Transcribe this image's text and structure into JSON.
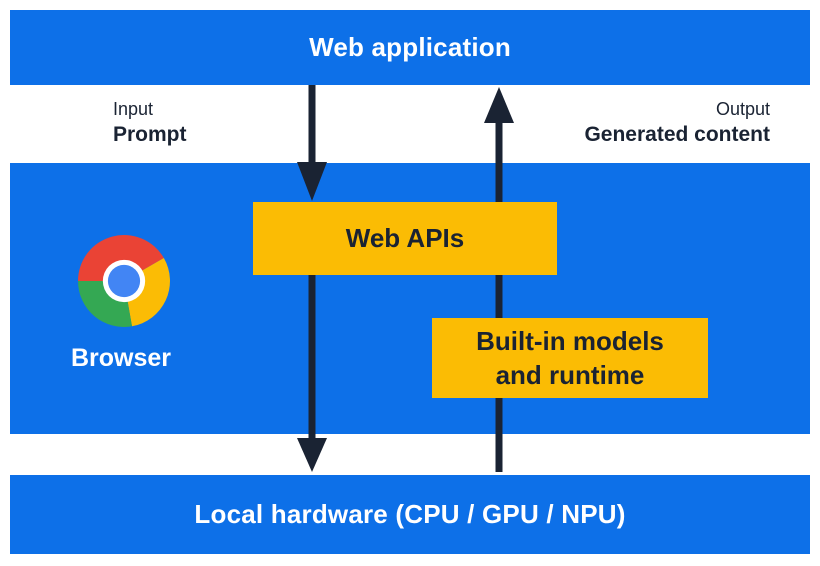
{
  "colors": {
    "blue": "#0d70e8",
    "yellow": "#fbbc04",
    "ink": "#1a2333",
    "white": "#ffffff",
    "chrome_red": "#ea4335",
    "chrome_yellow": "#fbbc05",
    "chrome_green": "#34a853",
    "chrome_blue": "#4285f4"
  },
  "layers": {
    "web_application": {
      "label": "Web application"
    },
    "browser": {
      "label": "Browser"
    },
    "local_hardware": {
      "label": "Local hardware (CPU / GPU / NPU)"
    }
  },
  "annotations": {
    "input": {
      "title": "Input",
      "subtitle": "Prompt"
    },
    "output": {
      "title": "Output",
      "subtitle": "Generated content"
    }
  },
  "boxes": {
    "web_apis": {
      "label": "Web APIs"
    },
    "built_in_models": {
      "line1": "Built-in models",
      "line2": "and runtime"
    }
  },
  "icons": {
    "chrome": "chrome-browser-logo"
  },
  "arrows": {
    "down": {
      "name": "prompt-flow",
      "direction": "down",
      "from": "Web application",
      "to": "Local hardware"
    },
    "up": {
      "name": "generated-content-flow",
      "direction": "up",
      "from": "Local hardware",
      "to": "Web application"
    }
  }
}
